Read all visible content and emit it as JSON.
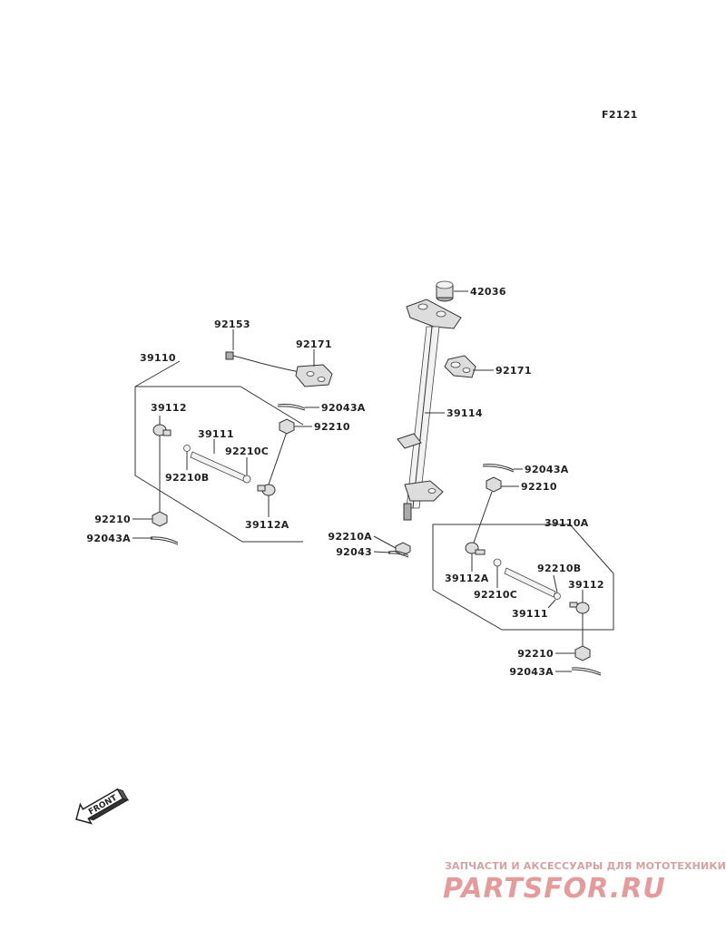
{
  "figure_code": "F2121",
  "labels": {
    "steering_stem_bushing": "42036",
    "stem_clamp_bolt": "92153",
    "handlebar_holder_left": "92171",
    "handlebar_holder_right": "92171",
    "steering_stem": "39114",
    "tie_rod_assy_left": "39110",
    "tie_rod_assy_right": "39110A",
    "tie_rod_end_left_outer": "39112",
    "tie_rod_end_left_inner": "39112A",
    "tie_rod_left": "39111",
    "nut_left_c": "92210C",
    "nut_left_b": "92210B",
    "cotter_top_left": "92043A",
    "nut_top_left": "92210",
    "nut_bottom_left": "92210",
    "cotter_bottom_left": "92043A",
    "stem_nut": "92210A",
    "stem_cotter": "92043",
    "cotter_top_right": "92043A",
    "nut_top_right": "92210",
    "tie_rod_end_right_inner": "39112A",
    "nut_right_c": "92210C",
    "tie_rod_right": "39111",
    "nut_right_b": "92210B",
    "tie_rod_end_right_outer": "39112",
    "nut_bottom_right": "92210",
    "cotter_bottom_right": "92043A"
  },
  "front_arrow": {
    "label": "FRONT",
    "icon": "front-arrow-icon"
  },
  "watermark": {
    "subtitle": "ЗАПЧАСТИ И АКСЕССУАРЫ ДЛЯ МОТОТЕХНИКИ",
    "brand": "PARTSFOR.RU",
    "color": "#e79a9a"
  }
}
